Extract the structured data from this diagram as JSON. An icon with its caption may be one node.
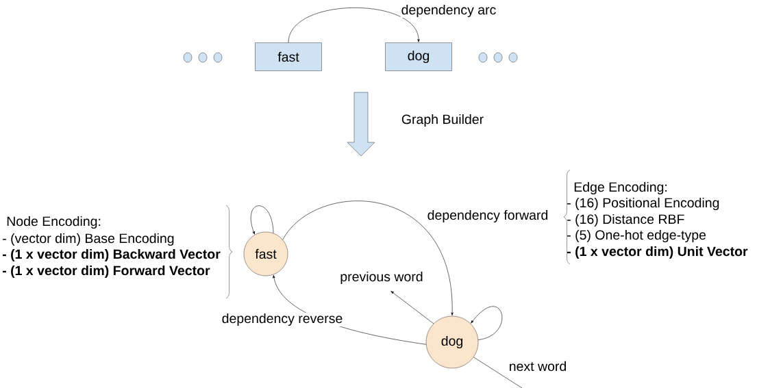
{
  "diagram": {
    "nodes": [
      {
        "text": [],
        "shape": "circle"
      },
      {
        "text": [],
        "shape": "circle"
      },
      {
        "text": [],
        "shape": "circle"
      },
      {
        "text": [
          "fast"
        ]
      },
      {
        "text": [
          "dog"
        ]
      },
      {
        "text": [],
        "shape": "circle"
      },
      {
        "text": [],
        "shape": "circle"
      },
      {
        "text": [],
        "shape": "circle"
      },
      {
        "text": [
          "fast"
        ]
      },
      {
        "text": [
          "dog"
        ]
      }
    ],
    "edges": [
      {
        "from": 3,
        "to": 4,
        "arrow": "to",
        "label": "dependency arc"
      },
      {
        "from": 8,
        "to": 9,
        "arrow": "to",
        "label": "dependency forward"
      },
      {
        "from": 9,
        "to": 8,
        "arrow": "to",
        "label": "dependency reverse"
      },
      {
        "from": 8,
        "to": 8,
        "arrow": "to"
      },
      {
        "from": 9,
        "to": 9,
        "arrow": "to"
      },
      {
        "from": 9,
        "to": null,
        "arrow": "to",
        "label": "previous word"
      },
      {
        "from": 9,
        "to": null,
        "arrow": "none",
        "label": "next word"
      }
    ],
    "labels": [
      "Graph Builder",
      "Edge Encoding:",
      "- (16) Positional Encoding",
      "- (16) Distance RBF",
      "- (5) One-hot edge-type",
      "- (1 x vector dim) Unit Vector",
      "Node Encoding:",
      "- (vector dim) Base Encoding",
      "- (1 x vector dim) Backward Vector",
      "- (1 x vector dim) Forward Vector"
    ]
  }
}
